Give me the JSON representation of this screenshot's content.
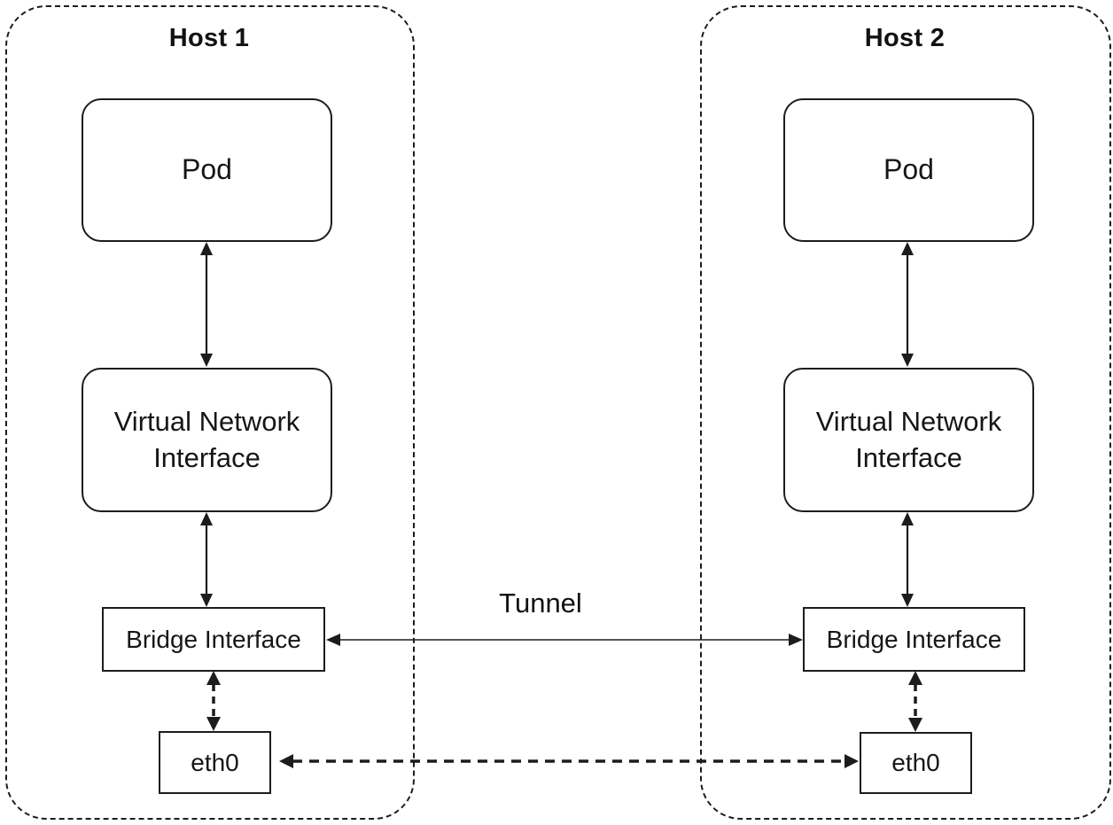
{
  "diagram": {
    "background_color": "#ffffff",
    "line_color": "#1c1c1c",
    "tunnel_label": "Tunnel",
    "hosts": [
      {
        "title": "Host 1",
        "pod_label": "Pod",
        "vni_label": "Virtual Network Interface",
        "bridge_label": "Bridge Interface",
        "eth_label": "eth0"
      },
      {
        "title": "Host 2",
        "pod_label": "Pod",
        "vni_label": "Virtual Network Interface",
        "bridge_label": "Bridge Interface",
        "eth_label": "eth0"
      }
    ],
    "edges": [
      {
        "from": "host1-pod",
        "to": "host1-vni",
        "style": "solid-double-arrow"
      },
      {
        "from": "host1-vni",
        "to": "host1-bridge",
        "style": "solid-double-arrow"
      },
      {
        "from": "host1-bridge",
        "to": "host1-eth0",
        "style": "dashed-double-arrow"
      },
      {
        "from": "host2-pod",
        "to": "host2-vni",
        "style": "solid-double-arrow"
      },
      {
        "from": "host2-vni",
        "to": "host2-bridge",
        "style": "solid-double-arrow"
      },
      {
        "from": "host2-bridge",
        "to": "host2-eth0",
        "style": "dashed-double-arrow"
      },
      {
        "from": "host1-bridge",
        "to": "host2-bridge",
        "style": "solid-double-arrow",
        "label": "Tunnel"
      },
      {
        "from": "host1-eth0",
        "to": "host2-eth0",
        "style": "dashed-double-arrow"
      }
    ]
  }
}
